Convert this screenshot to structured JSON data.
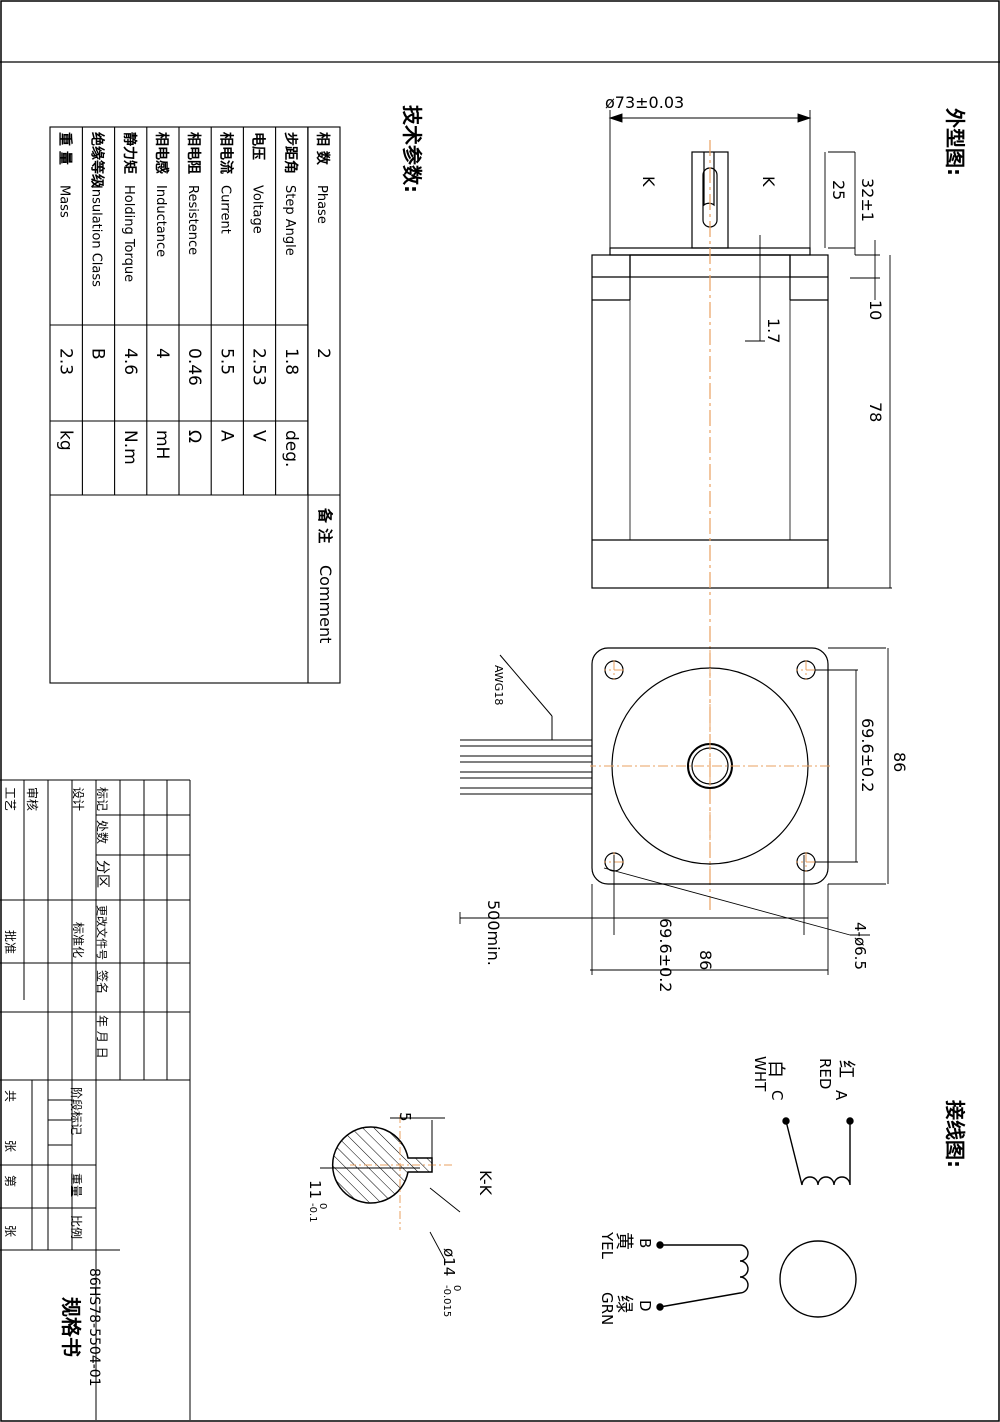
{
  "outline": {
    "title": "外型图:",
    "dia_shaft_flange": "ø73±0.03",
    "dim_25": "25",
    "dim_32": "32±1",
    "dim_10": "10",
    "dim_1_7": "1.7",
    "dim_78": "78",
    "section_mark": "K",
    "wire_gauge": "AWG18",
    "dim_69_6_v": "69.6±0.2",
    "dim_86_v": "86",
    "dim_500": "500min.",
    "dim_69_6_h": "69.6±0.2",
    "dim_86_h": "86",
    "holes": "4-ø6.5"
  },
  "section": {
    "title": "K-K",
    "key_width": "5",
    "key_depth": "11",
    "key_tol_upper": "0",
    "key_tol_lower": "-0.1",
    "shaft_dia": "ø14",
    "shaft_tol_upper": "0",
    "shaft_tol_lower": "-0.015"
  },
  "wiring": {
    "title": "接线图:",
    "wire_a_cn": "红",
    "wire_a_en": "RED",
    "wire_a_letter": "A",
    "wire_c_cn": "白",
    "wire_c_en": "WHT",
    "wire_c_letter": "C",
    "wire_b_cn": "黄",
    "wire_b_en": "YEL",
    "wire_b_letter": "B",
    "wire_d_cn": "绿",
    "wire_d_en": "GRN",
    "wire_d_letter": "D"
  },
  "params": {
    "title": "技术参数:",
    "comment_cn": "备 注",
    "comment_en": "Comment",
    "rows": [
      {
        "cn": "相  数",
        "en": "Phase",
        "value": "2",
        "unit": ""
      },
      {
        "cn": "步距角",
        "en": "Step Angle",
        "value": "1.8",
        "unit": "deg."
      },
      {
        "cn": "电压",
        "en": "Voltage",
        "value": "2.53",
        "unit": "V"
      },
      {
        "cn": "相电流",
        "en": "Current",
        "value": "5.5",
        "unit": "A"
      },
      {
        "cn": "相电阻",
        "en": "Resistence",
        "value": "0.46",
        "unit": "Ω"
      },
      {
        "cn": "相电感",
        "en": "Inductance",
        "value": "4",
        "unit": "mH"
      },
      {
        "cn": "静力矩",
        "en": "Holding Torque",
        "value": "4.6",
        "unit": "N.m"
      },
      {
        "cn": "绝缘等级",
        "en": "Insulation Class",
        "value": "B",
        "unit": ""
      },
      {
        "cn": "重  量",
        "en": "Mass",
        "value": "2.3",
        "unit": "kg"
      }
    ]
  },
  "titleblock": {
    "mark": "标记",
    "count": "处数",
    "zone": "分区",
    "change_doc": "更改文件号",
    "sign": "签名",
    "date": "年 月 日",
    "design": "设计",
    "standardize": "标准化",
    "review": "审核",
    "process": "工艺",
    "approve": "批准",
    "stage_mark": "阶段标记",
    "weight": "重量",
    "scale": "比例",
    "sheets_total": "共",
    "sheets_unit1": "张",
    "sheets_no": "第",
    "sheets_unit2": "张",
    "doc_name": "规格书",
    "part_no": "86HS78-5504-01"
  }
}
